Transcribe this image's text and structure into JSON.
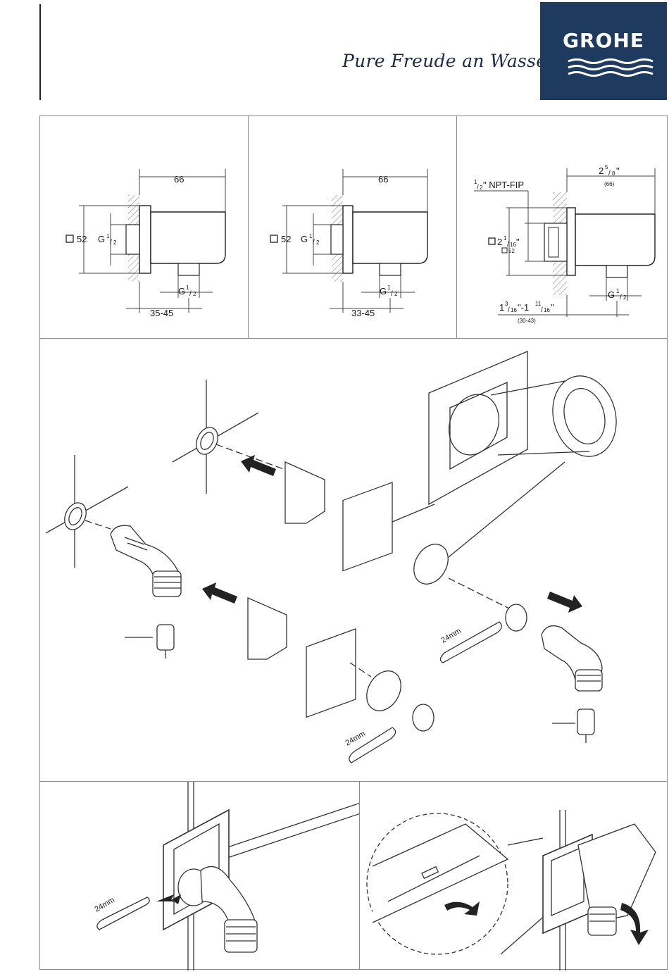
{
  "header": {
    "tagline": "Pure Freude an Wasser",
    "brand": "GROHE",
    "brand_color": "#1e3a5f"
  },
  "dimensions": {
    "panel_a": {
      "depth": "66",
      "square": "52",
      "thread_in": "G",
      "thread_out": "G",
      "half": "1",
      "half_den": "2",
      "range": "35-45"
    },
    "panel_b": {
      "depth": "66",
      "square": "52",
      "thread_in": "G",
      "thread_out": "G",
      "half": "1",
      "half_den": "2",
      "range": "33-45"
    },
    "panel_c": {
      "depth_whole": "2",
      "depth_num": "5",
      "depth_den": "8",
      "depth_unit": "\"",
      "depth_mm": "(66)",
      "npt_num": "1",
      "npt_den": "2",
      "npt_label": "\" NPT-FIP",
      "square_whole": "2",
      "square_num": "1",
      "square_den": "16",
      "square_unit": "\"",
      "square_mm": "52",
      "thread_out": "G",
      "half": "1",
      "half_den": "2",
      "range_a_whole": "1",
      "range_a_num": "3",
      "range_a_den": "16",
      "range_sep": "\"-1",
      "range_b_num": "11",
      "range_b_den": "16",
      "range_unit": "\"",
      "range_mm": "(30-43)"
    }
  },
  "assembly": {
    "wrench_a": "24mm",
    "wrench_b": "24mm",
    "wrench_c": "24mm"
  }
}
